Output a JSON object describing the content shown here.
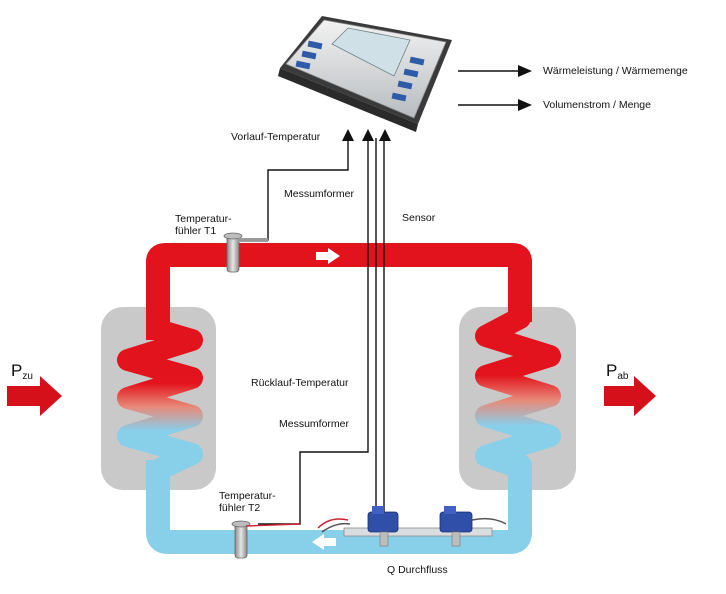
{
  "outputs": {
    "heat": "Wärmeleistung / Wärmemenge",
    "volume": "Volumenstrom / Menge"
  },
  "labels": {
    "supply_temp": "Vorlauf-Temperatur",
    "transducer_top": "Messumformer",
    "sensor": "Sensor",
    "sensor_t1": [
      "Temperatur-",
      "fühler T1"
    ],
    "return_temp": "Rücklauf-Temperatur",
    "transducer_bottom": "Messumformer",
    "sensor_t2": [
      "Temperatur-",
      "fühler T2"
    ],
    "flow": "Q Durchfluss"
  },
  "power": {
    "in_base": "P",
    "in_sub": "zu",
    "out_base": "P",
    "out_sub": "ab"
  },
  "colors": {
    "hot": "#e2131c",
    "cold": "#88cfea",
    "exchanger": "#c9c9c9",
    "arrow": "#d5101a",
    "wire": "#111111"
  }
}
